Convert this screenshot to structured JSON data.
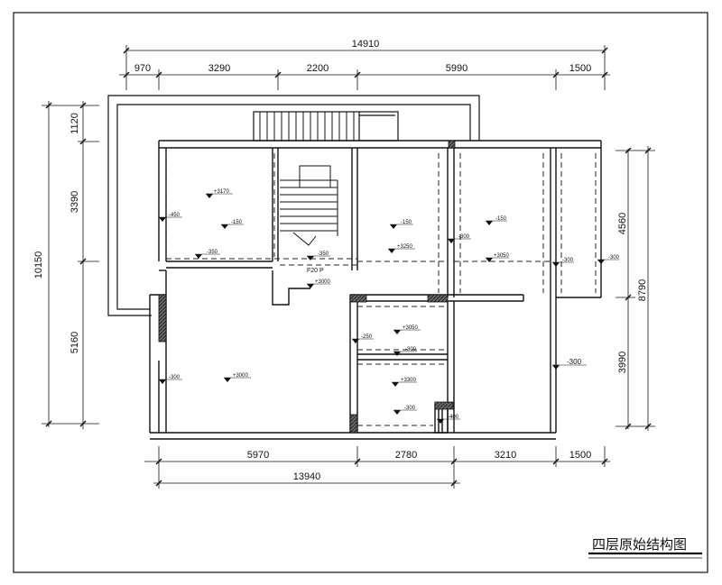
{
  "drawing": {
    "title": "四层原始结构图"
  },
  "dimensions": {
    "top_total": "14910",
    "top_segments": [
      "970",
      "3290",
      "2200",
      "5990",
      "1500"
    ],
    "bottom_segments": [
      "5970",
      "2780",
      "3210",
      "1500"
    ],
    "bottom_total": "13940",
    "left_total": "10150",
    "left_segments": [
      "1120",
      "3390",
      "5160"
    ],
    "right_total": "8790",
    "right_segments": [
      "4560",
      "3990"
    ]
  },
  "elevation_marks": [
    "+3170",
    "-450",
    "-150",
    "-350",
    "-350",
    "-150",
    "+3250",
    "-300",
    "-150",
    "+3050",
    "-300",
    "-300",
    "+3000",
    "+3050",
    "-250",
    "-300",
    "-300",
    "+3000",
    "+3300",
    "-300",
    "-400",
    "-300"
  ],
  "annotations": {
    "stair_note": "F20 P"
  },
  "colors": {
    "line": "#111111",
    "wall_hatch": "#555555",
    "background": "#ffffff"
  }
}
